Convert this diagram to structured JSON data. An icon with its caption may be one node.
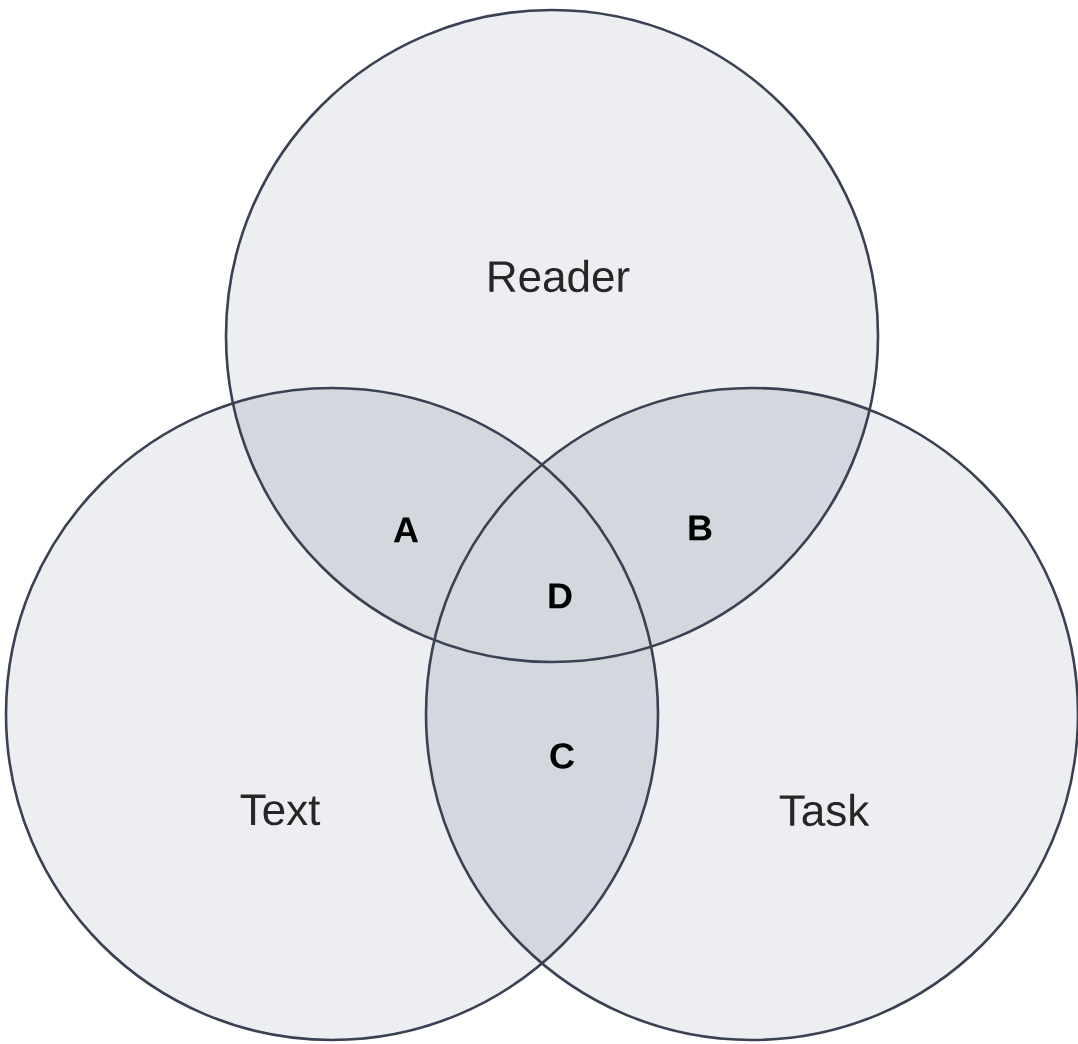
{
  "diagram": {
    "nodes": [
      {
        "text": [
          "Reader"
        ]
      },
      {
        "text": [
          "Text"
        ]
      },
      {
        "text": [
          "Task"
        ]
      }
    ],
    "labels": [
      "A",
      "B",
      "D",
      "C"
    ]
  }
}
